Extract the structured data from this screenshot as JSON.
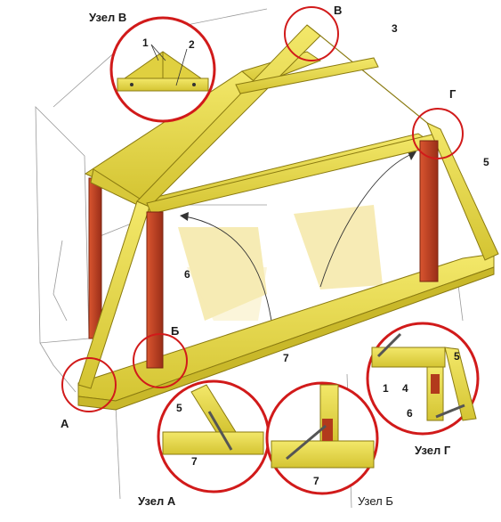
{
  "colors": {
    "timber": "#e6d845",
    "timber_edge": "#8a7a10",
    "timber_dark": "#c9b82a",
    "post": "#c8442a",
    "post_dark": "#8e2a17",
    "ring": "#d11a1a",
    "sketch": "#8a8a8a",
    "shadow": "#f1df8a",
    "nail": "#555555"
  },
  "labels": {
    "node_v_title": "Узел В",
    "node_a_title": "Узел А",
    "node_b_title": "Узел Б",
    "node_g_title": "Узел Г",
    "pt_v": "В",
    "pt_g": "Г",
    "pt_a": "А",
    "pt_b": "Б",
    "n1": "1",
    "n2": "2",
    "n3": "3",
    "n4": "4",
    "n5": "5",
    "n6": "6",
    "n7": "7"
  }
}
